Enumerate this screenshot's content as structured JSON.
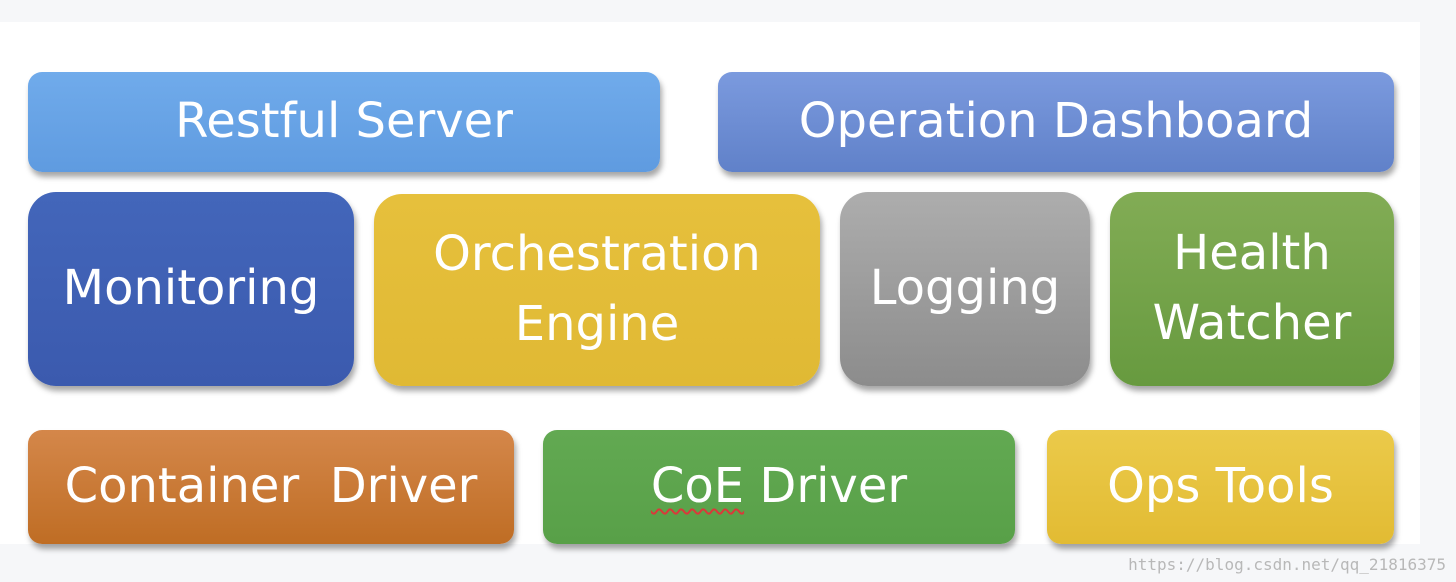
{
  "boxes": {
    "restful_server": {
      "label": "Restful Server",
      "color": "#66a3e6"
    },
    "operation_dashboard": {
      "label": "Operation Dashboard",
      "color": "#6c8dd4"
    },
    "monitoring": {
      "label": "Monitoring",
      "color": "#3f5fb4"
    },
    "orchestration_engine": {
      "label": "Orchestration\nEngine",
      "color": "#e3bd37"
    },
    "logging": {
      "label": "Logging",
      "color": "#a0a0a0"
    },
    "health_watcher": {
      "label": "Health\nWatcher",
      "color": "#74a24a"
    },
    "container_driver": {
      "label": "Container  Driver",
      "color": "#cb7a34"
    },
    "coe_driver": {
      "label_part1": "CoE",
      "label_part2": " Driver",
      "color": "#5ea54d"
    },
    "ops_tools": {
      "label": "Ops Tools",
      "color": "#e7c33e"
    }
  },
  "watermark": "https://blog.csdn.net/qq_21816375"
}
